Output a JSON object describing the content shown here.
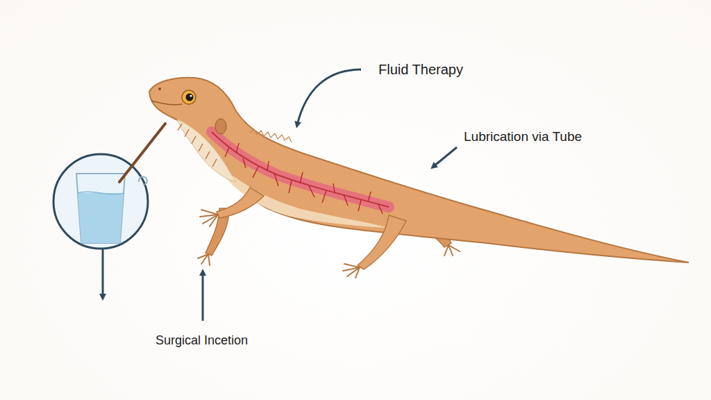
{
  "diagram": {
    "labels": [
      "Fluid Therapy",
      "Lubrication via Tube",
      "Surgical Incetion"
    ]
  }
}
